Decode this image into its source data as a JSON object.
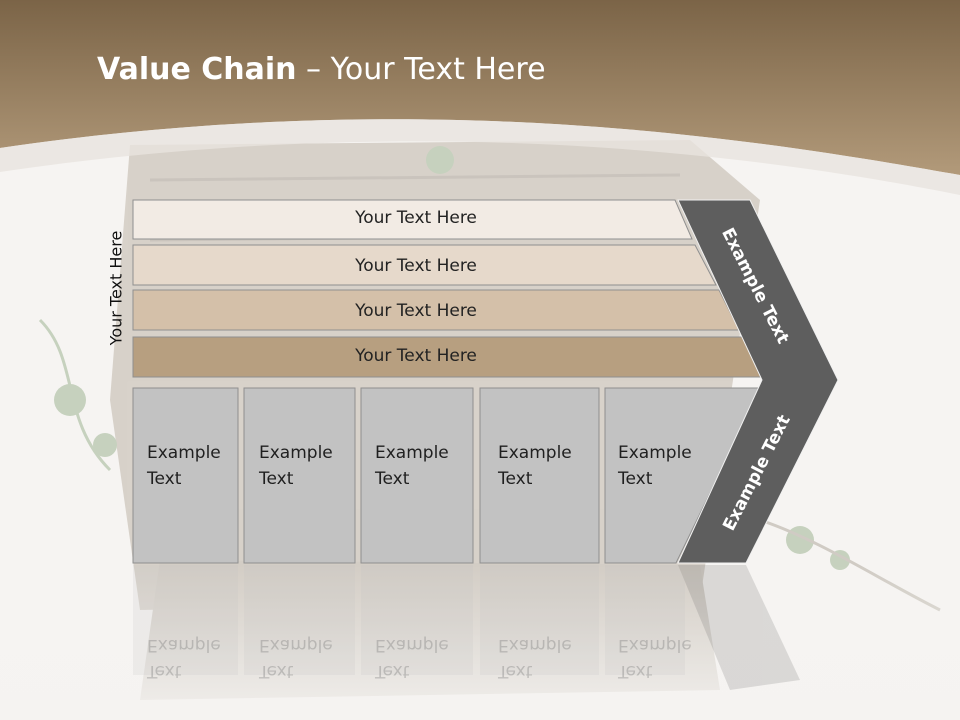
{
  "title": {
    "bold": "Value Chain",
    "rest": " – Your Text Here"
  },
  "side_label": "Your Text Here",
  "rows": [
    {
      "label": "Your Text Here",
      "color": "#f2ebe4"
    },
    {
      "label": "Your Text Here",
      "color": "#e6d9cb"
    },
    {
      "label": "Your Text Here",
      "color": "#d4c0a9"
    },
    {
      "label": "Your Text Here",
      "color": "#b79f80"
    }
  ],
  "boxes": [
    {
      "line1": "Example",
      "line2": "Text"
    },
    {
      "line1": "Example",
      "line2": "Text"
    },
    {
      "line1": "Example",
      "line2": "Text"
    },
    {
      "line1": "Example",
      "line2": "Text"
    },
    {
      "line1": "Example",
      "line2": "Text"
    }
  ],
  "chevron": {
    "upper": "Example Text",
    "lower": "Example Text",
    "color": "#5e5e5e"
  },
  "colors": {
    "header": "#9c8566",
    "box_fill": "#c2c2c2"
  }
}
